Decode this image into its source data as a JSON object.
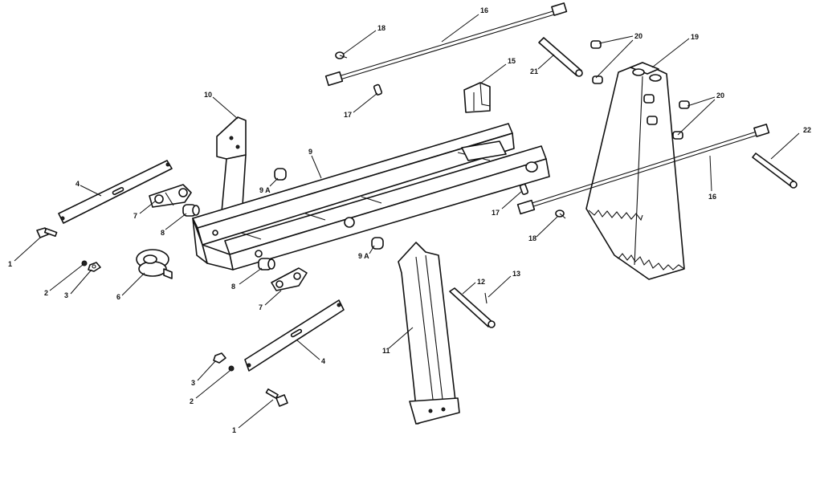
{
  "colors": {
    "ink": "#111111",
    "paper": "#ffffff"
  },
  "callouts": {
    "c16_top": "16",
    "c18_top": "18",
    "c20_top": "20",
    "c19": "19",
    "c21": "21",
    "c15": "15",
    "c17_top": "17",
    "c20_mid": "20",
    "c22": "22",
    "c10": "10",
    "c9": "9",
    "c9a_top": "9 A",
    "c16_right": "16",
    "c17_mid": "17",
    "c18_mid": "18",
    "c4_top": "4",
    "c7_top": "7",
    "c8_top": "8",
    "c1_top": "1",
    "c2_top": "2",
    "c3_top": "3",
    "c6": "6",
    "c9a_bot": "9 A",
    "c8_bot": "8",
    "c7_bot": "7",
    "c12": "12",
    "c13": "13",
    "c11": "11",
    "c4_bot": "4",
    "c3_bot": "3",
    "c2_bot": "2",
    "c1_bot": "1"
  }
}
